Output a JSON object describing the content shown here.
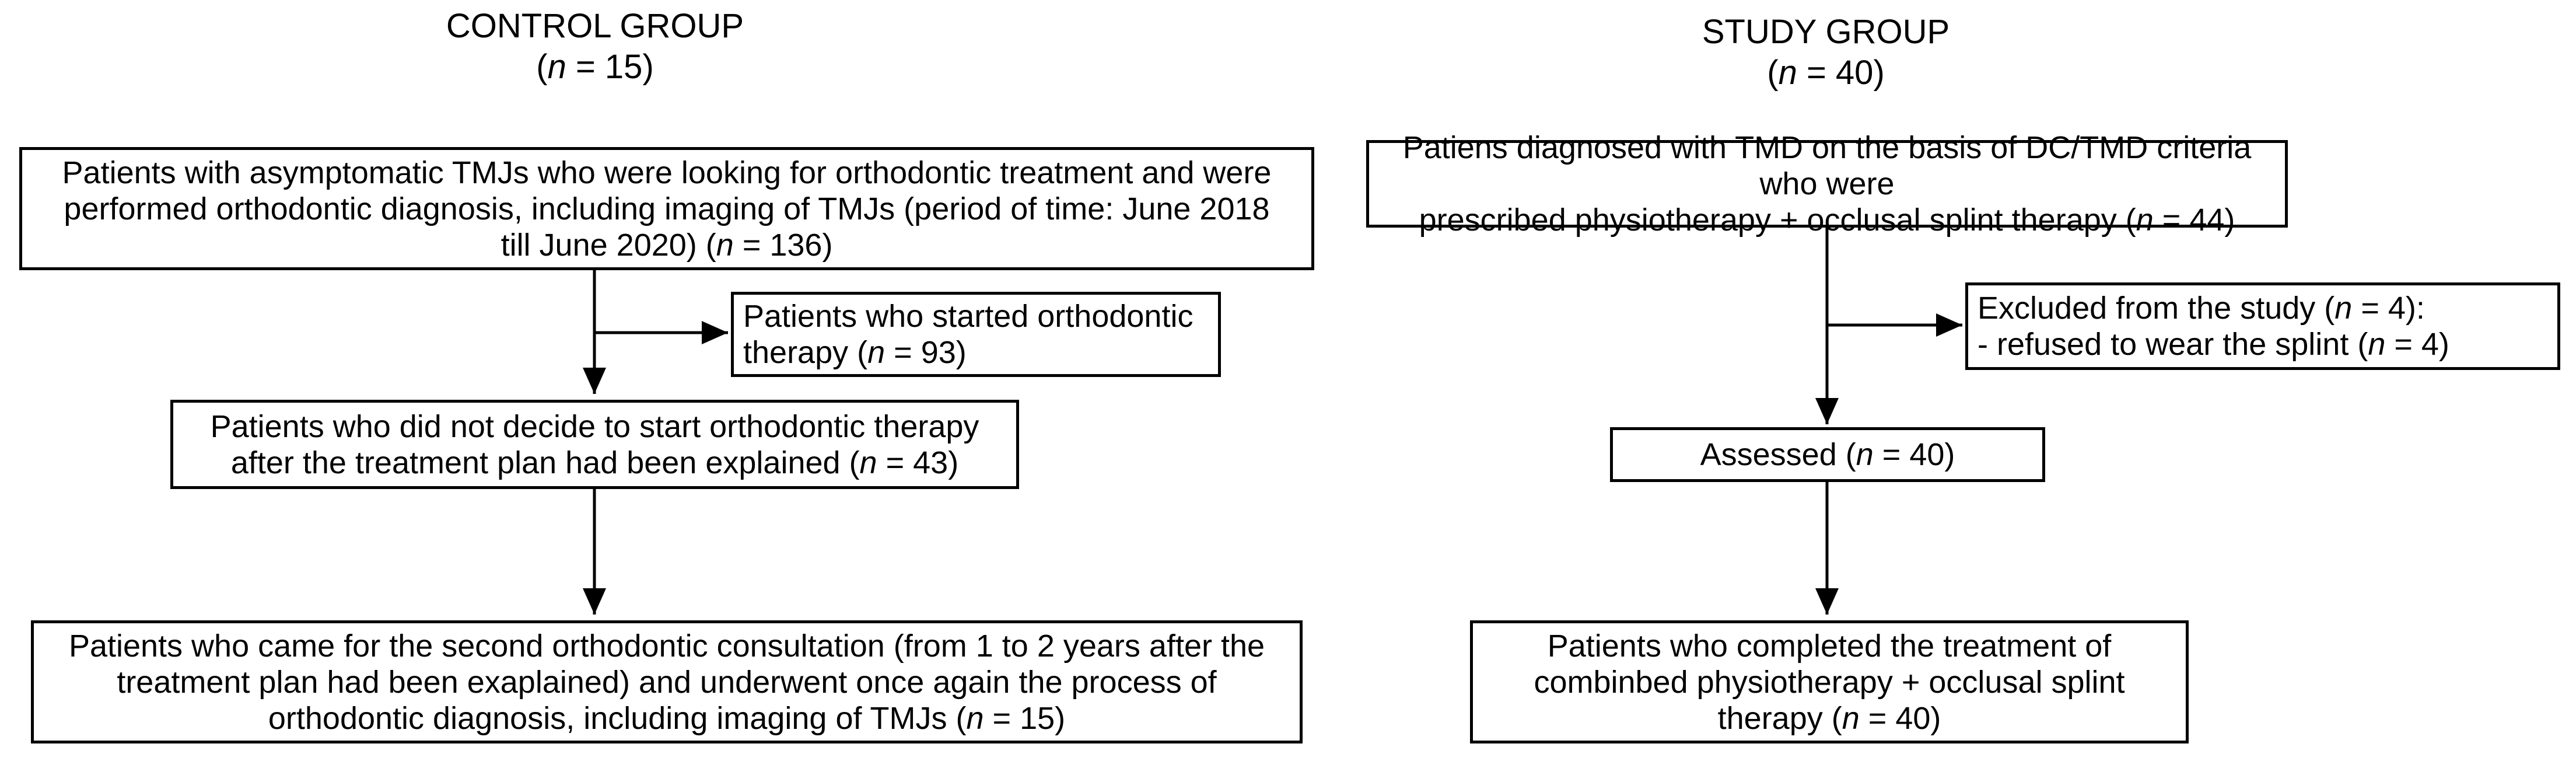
{
  "control": {
    "title": "CONTROL GROUP",
    "n_label": "n",
    "n_value": " = 15)",
    "box1": {
      "lines": [
        "Patients with asymptomatic TMJs who were looking for orthodontic treatment and were",
        "performed orthodontic diagnosis, including imaging of TMJs (period of time: June 2018",
        "till June 2020) ("
      ],
      "n_rest": " = 136)"
    },
    "box2": {
      "lines": [
        "Patients who started orthodontic",
        "therapy ("
      ],
      "n_rest": " = 93)"
    },
    "box3": {
      "lines": [
        "Patients who did not decide to start orthodontic therapy",
        "after the treatment plan had been explained  ("
      ],
      "n_rest": " = 43)"
    },
    "box4": {
      "lines": [
        "Patients who came for the second orthodontic consultation (from 1 to 2 years after the",
        "treatment plan had been exaplained) and underwent once again the process of",
        "orthodontic diagnosis, including imaging of TMJs ("
      ],
      "n_rest": " = 15)"
    }
  },
  "study": {
    "title": "STUDY GROUP",
    "n_label": "n",
    "n_value": " = 40)",
    "box1": {
      "lines": [
        "Patiens diagnosed with TMD on the basis of DC/TMD criteria who were",
        "prescribed physiotherapy + occlusal splint therapy ("
      ],
      "n_rest": " = 44)"
    },
    "box2": {
      "line1_pre": "Excluded from the study (",
      "line1_rest": " = 4):",
      "line2_pre": "- refused to wear the splint (",
      "line2_rest": " = 4)"
    },
    "box3": {
      "pre": "Assessed (",
      "rest": " = 40)"
    },
    "box4": {
      "lines": [
        "Patients who completed the treatment of",
        "combinbed physiotherapy + occlusal splint",
        "therapy ("
      ],
      "n_rest": " = 40)"
    }
  },
  "n_symbol": "n",
  "open_paren": "("
}
